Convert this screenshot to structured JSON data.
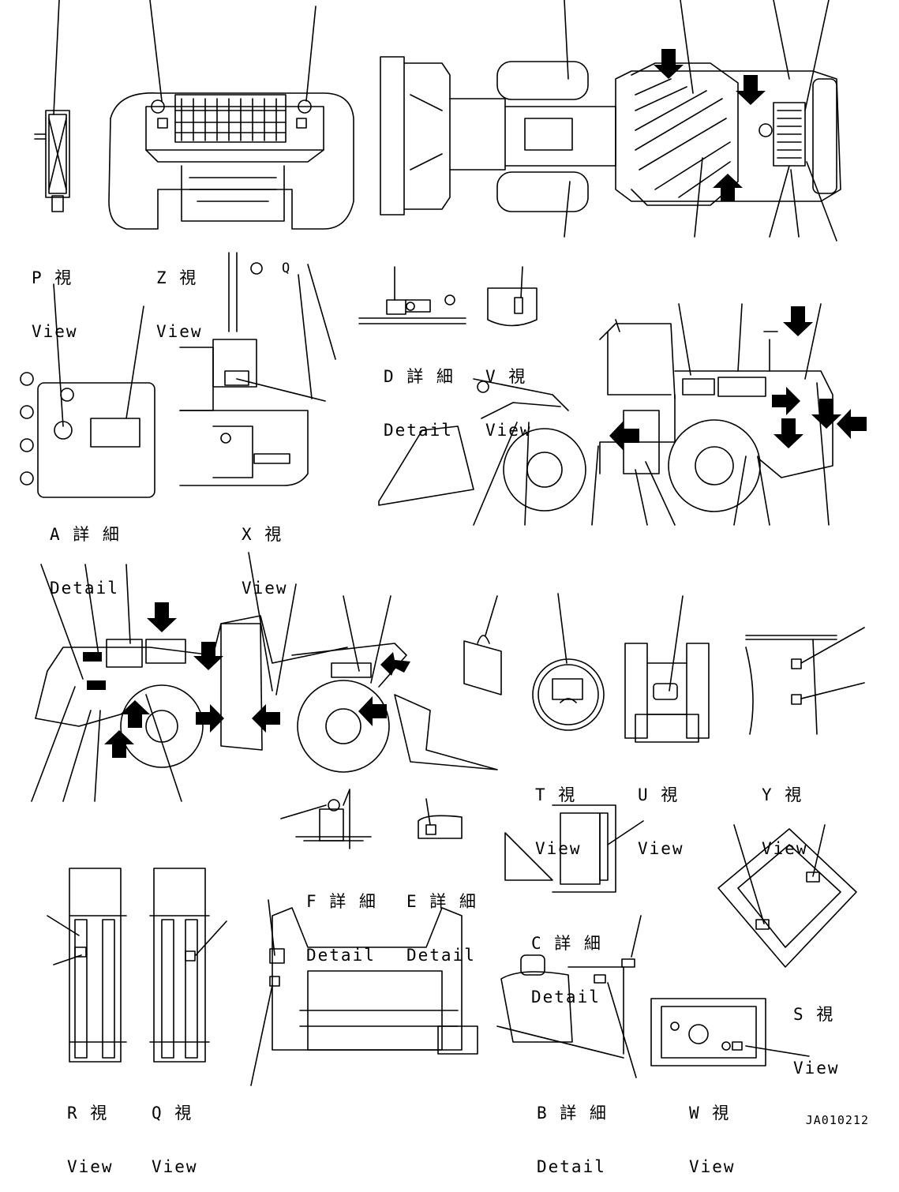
{
  "drawing": {
    "document_number": "JA010212",
    "marker_letter": "Q",
    "views": [
      {
        "key": "P",
        "jp": "P 視",
        "en": "View"
      },
      {
        "key": "Z",
        "jp": "Z 視",
        "en": "View"
      },
      {
        "key": "A",
        "jp": "A 詳 細",
        "en": "Detail"
      },
      {
        "key": "X",
        "jp": "X 視",
        "en": "View"
      },
      {
        "key": "D",
        "jp": "D 詳 細",
        "en": "Detail"
      },
      {
        "key": "V",
        "jp": "V 視",
        "en": "View"
      },
      {
        "key": "T",
        "jp": "T 視",
        "en": "View"
      },
      {
        "key": "U",
        "jp": "U 視",
        "en": "View"
      },
      {
        "key": "Y",
        "jp": "Y 視",
        "en": "View"
      },
      {
        "key": "F",
        "jp": "F 詳 細",
        "en": "Detail"
      },
      {
        "key": "E",
        "jp": "E 詳 細",
        "en": "Detail"
      },
      {
        "key": "C",
        "jp": "C 詳 細",
        "en": "Detail"
      },
      {
        "key": "S",
        "jp": "S 視",
        "en": "View"
      },
      {
        "key": "R",
        "jp": "R 視",
        "en": "View"
      },
      {
        "key": "Q",
        "jp": "Q 視",
        "en": "View"
      },
      {
        "key": "B",
        "jp": "B 詳 細",
        "en": "Detail"
      },
      {
        "key": "W",
        "jp": "W 視",
        "en": "View"
      }
    ]
  }
}
